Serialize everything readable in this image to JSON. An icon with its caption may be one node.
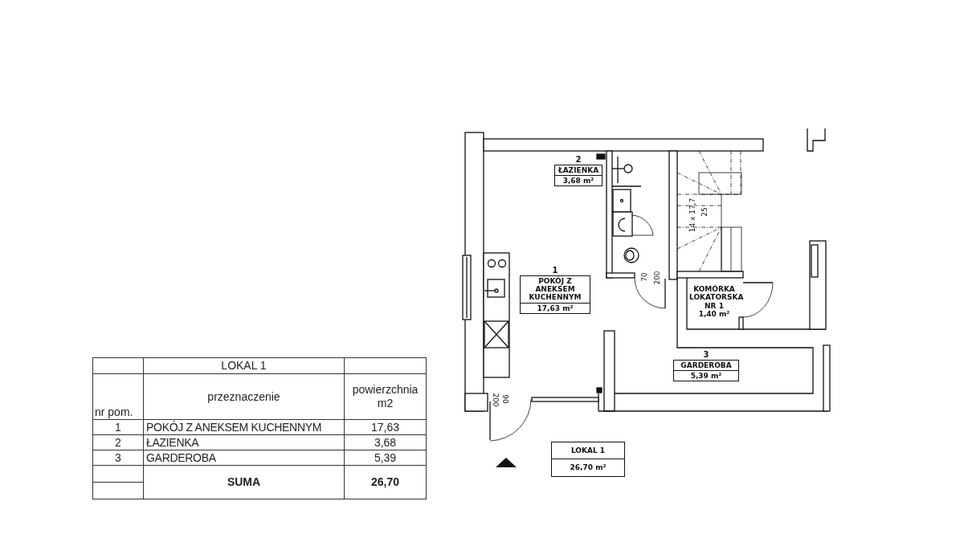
{
  "diagram": {
    "nodes": [
      {
        "text": [
          "2",
          "ŁAZIENKA",
          "3,68 m²"
        ]
      },
      {
        "text": [
          "1",
          "POKÓJ Z ANEKSEM KUCHENNYM",
          "17,63 m²"
        ]
      },
      {
        "text": [
          "KOMÓRKA LOKATORSKA NR 1",
          "1,40 m²"
        ]
      },
      {
        "text": [
          "3",
          "GARDEROBA",
          "5,39 m²"
        ]
      },
      {
        "text": [
          "LOKAL 1",
          "26,70 m²"
        ]
      }
    ],
    "labels": [
      "14 x 17,7",
      "25",
      "70",
      "200",
      "200",
      "90",
      "LOKAL 1",
      "nr pom.",
      "przeznaczenie",
      "powierzchnia m2",
      "1",
      "POKÓJ Z ANEKSEM KUCHENNYM",
      "17,63",
      "2",
      "ŁAZIENKA",
      "3,68",
      "3",
      "GARDEROBA",
      "5,39",
      "SUMA",
      "26,70"
    ]
  }
}
